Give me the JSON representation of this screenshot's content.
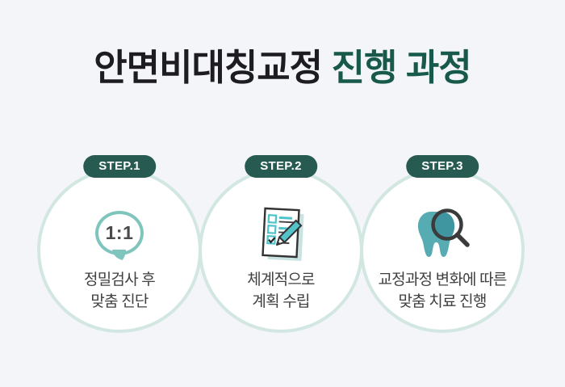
{
  "page": {
    "bg_color": "#f4f5f8"
  },
  "title": {
    "black_part": "안면비대칭교정",
    "green_part": " 진행 과정",
    "black_color": "#1d1d21",
    "green_color": "#17594a"
  },
  "steps": [
    {
      "badge": "STEP.1",
      "icon": "one-to-one-chat-bubble-icon",
      "icon_text": "1:1",
      "line1": "정밀검사 후",
      "line2": "맞춤 진단"
    },
    {
      "badge": "STEP.2",
      "icon": "checklist-pencil-icon",
      "line1": "체계적으로",
      "line2": "계획 수립"
    },
    {
      "badge": "STEP.3",
      "icon": "tooth-magnifier-icon",
      "line1": "교정과정 변화에 따른",
      "line2": "맞춤 치료 진행"
    }
  ],
  "colors": {
    "background": "#f4f5f8",
    "badge_bg": "#275b51",
    "badge_text": "#ffffff",
    "circle_border": "#d2e7e2",
    "circle_fill": "#ffffff",
    "step_text": "#404040",
    "bubble_teal": "#7fc5bd",
    "icon_teal": "#54c3c9",
    "tooth_teal": "#57abb2",
    "tooth_teal_dark": "#3f96a0",
    "icon_outline": "#333333"
  }
}
